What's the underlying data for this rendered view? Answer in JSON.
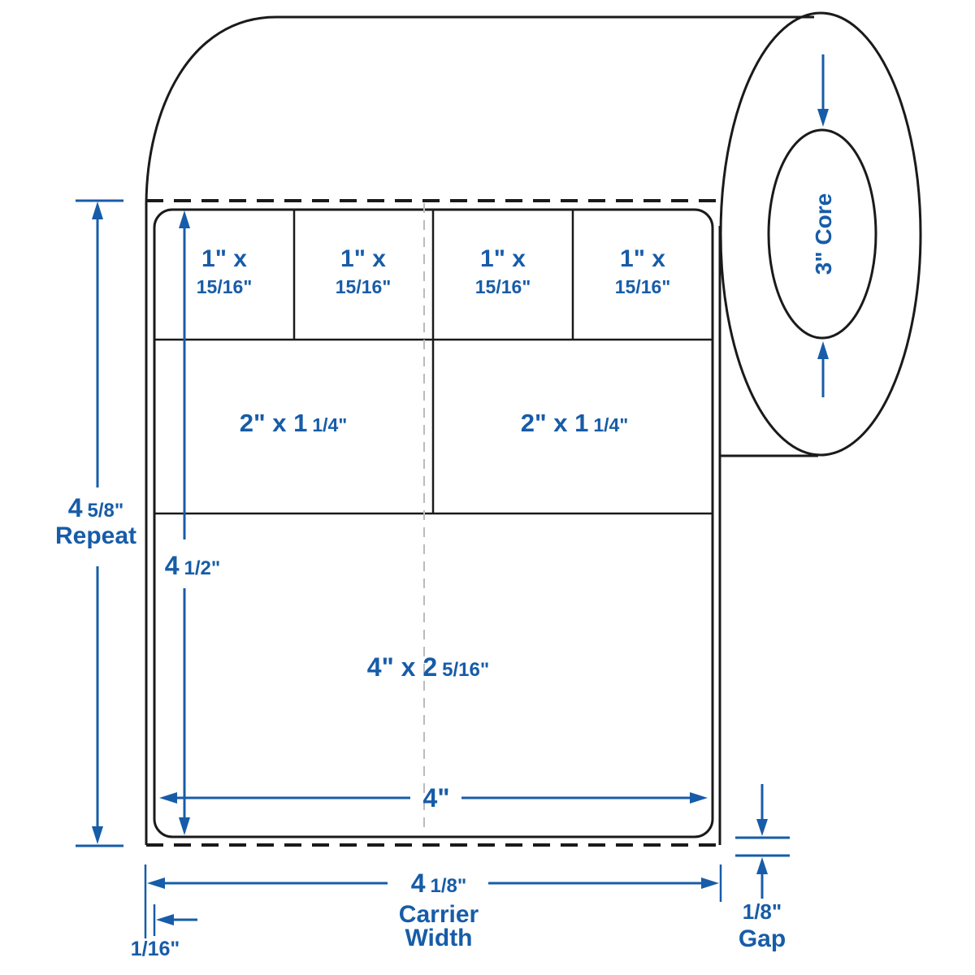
{
  "colors": {
    "accent": "#175CA8",
    "line": "#1A1A1A",
    "dash": "#BBBBBB",
    "bg": "#FFFFFF"
  },
  "roll": {
    "core_label": "3\" Core"
  },
  "labels": {
    "top_row": [
      {
        "line1": "1\" x",
        "line2": "15/16\""
      },
      {
        "line1": "1\" x",
        "line2": "15/16\""
      },
      {
        "line1": "1\" x",
        "line2": "15/16\""
      },
      {
        "line1": "1\" x",
        "line2": "15/16\""
      }
    ],
    "middle_row": [
      {
        "main": "2\" x 1",
        "fraction": "1/4\""
      },
      {
        "main": "2\" x 1",
        "fraction": "1/4\""
      }
    ],
    "bottom": {
      "main": "4\" x 2",
      "fraction": "5/16\""
    }
  },
  "dimensions": {
    "repeat": {
      "main": "4",
      "fraction": "5/8\"",
      "caption": "Repeat"
    },
    "label_height": {
      "main": "4",
      "fraction": "1/2\""
    },
    "label_width": "4\"",
    "carrier_width": {
      "main": "4",
      "fraction": "1/8\"",
      "caption_line1": "Carrier",
      "caption_line2": "Width"
    },
    "left_margin": "1/16\"",
    "gap": {
      "value": "1/8\"",
      "caption": "Gap"
    }
  }
}
